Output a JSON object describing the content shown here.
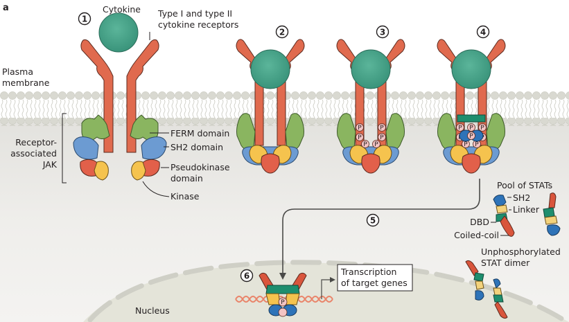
{
  "figure": {
    "panel_label": "a",
    "colors": {
      "cytokine": "#3f9e84",
      "receptor": "#e06a4e",
      "ferm": "#8ab560",
      "sh2_jak": "#6c9bd2",
      "pseudokinase": "#e2604a",
      "kinase": "#f5c34e",
      "stat_sh2": "#2e73b8",
      "stat_linker": "#f3d27c",
      "stat_dbd": "#1e8e6e",
      "stat_coiled": "#d9553c",
      "membrane_head": "#d7d7cf",
      "cytoplasm": "#ecebe7",
      "nucleus": "#e2e2d6",
      "phospho": "#f3c4c4",
      "dna": "#e9846a"
    },
    "steps": [
      "1",
      "2",
      "3",
      "4",
      "5",
      "6"
    ],
    "labels": {
      "cytokine": "Cytokine",
      "receptors_line1": "Type I and type II",
      "receptors_line2": "cytokine receptors",
      "plasma_line1": "Plasma",
      "plasma_line2": "membrane",
      "jak_line1": "Receptor-",
      "jak_line2": "associated",
      "jak_line3": "JAK",
      "ferm": "FERM domain",
      "sh2": "SH2 domain",
      "pseudokinase_line1": "Pseudokinase",
      "pseudokinase_line2": "domain",
      "kinase": "Kinase",
      "pool_of_stats": "Pool of STATs",
      "stat_sh2": "SH2",
      "stat_linker": "Linker",
      "stat_dbd": "DBD",
      "stat_coiled": "Coiled-coil",
      "unphos_line1": "Unphosphorylated",
      "unphos_line2": "STAT dimer",
      "transcription_line1": "Transcription",
      "transcription_line2": "of target genes",
      "nucleus": "Nucleus",
      "phospho": "P"
    }
  }
}
